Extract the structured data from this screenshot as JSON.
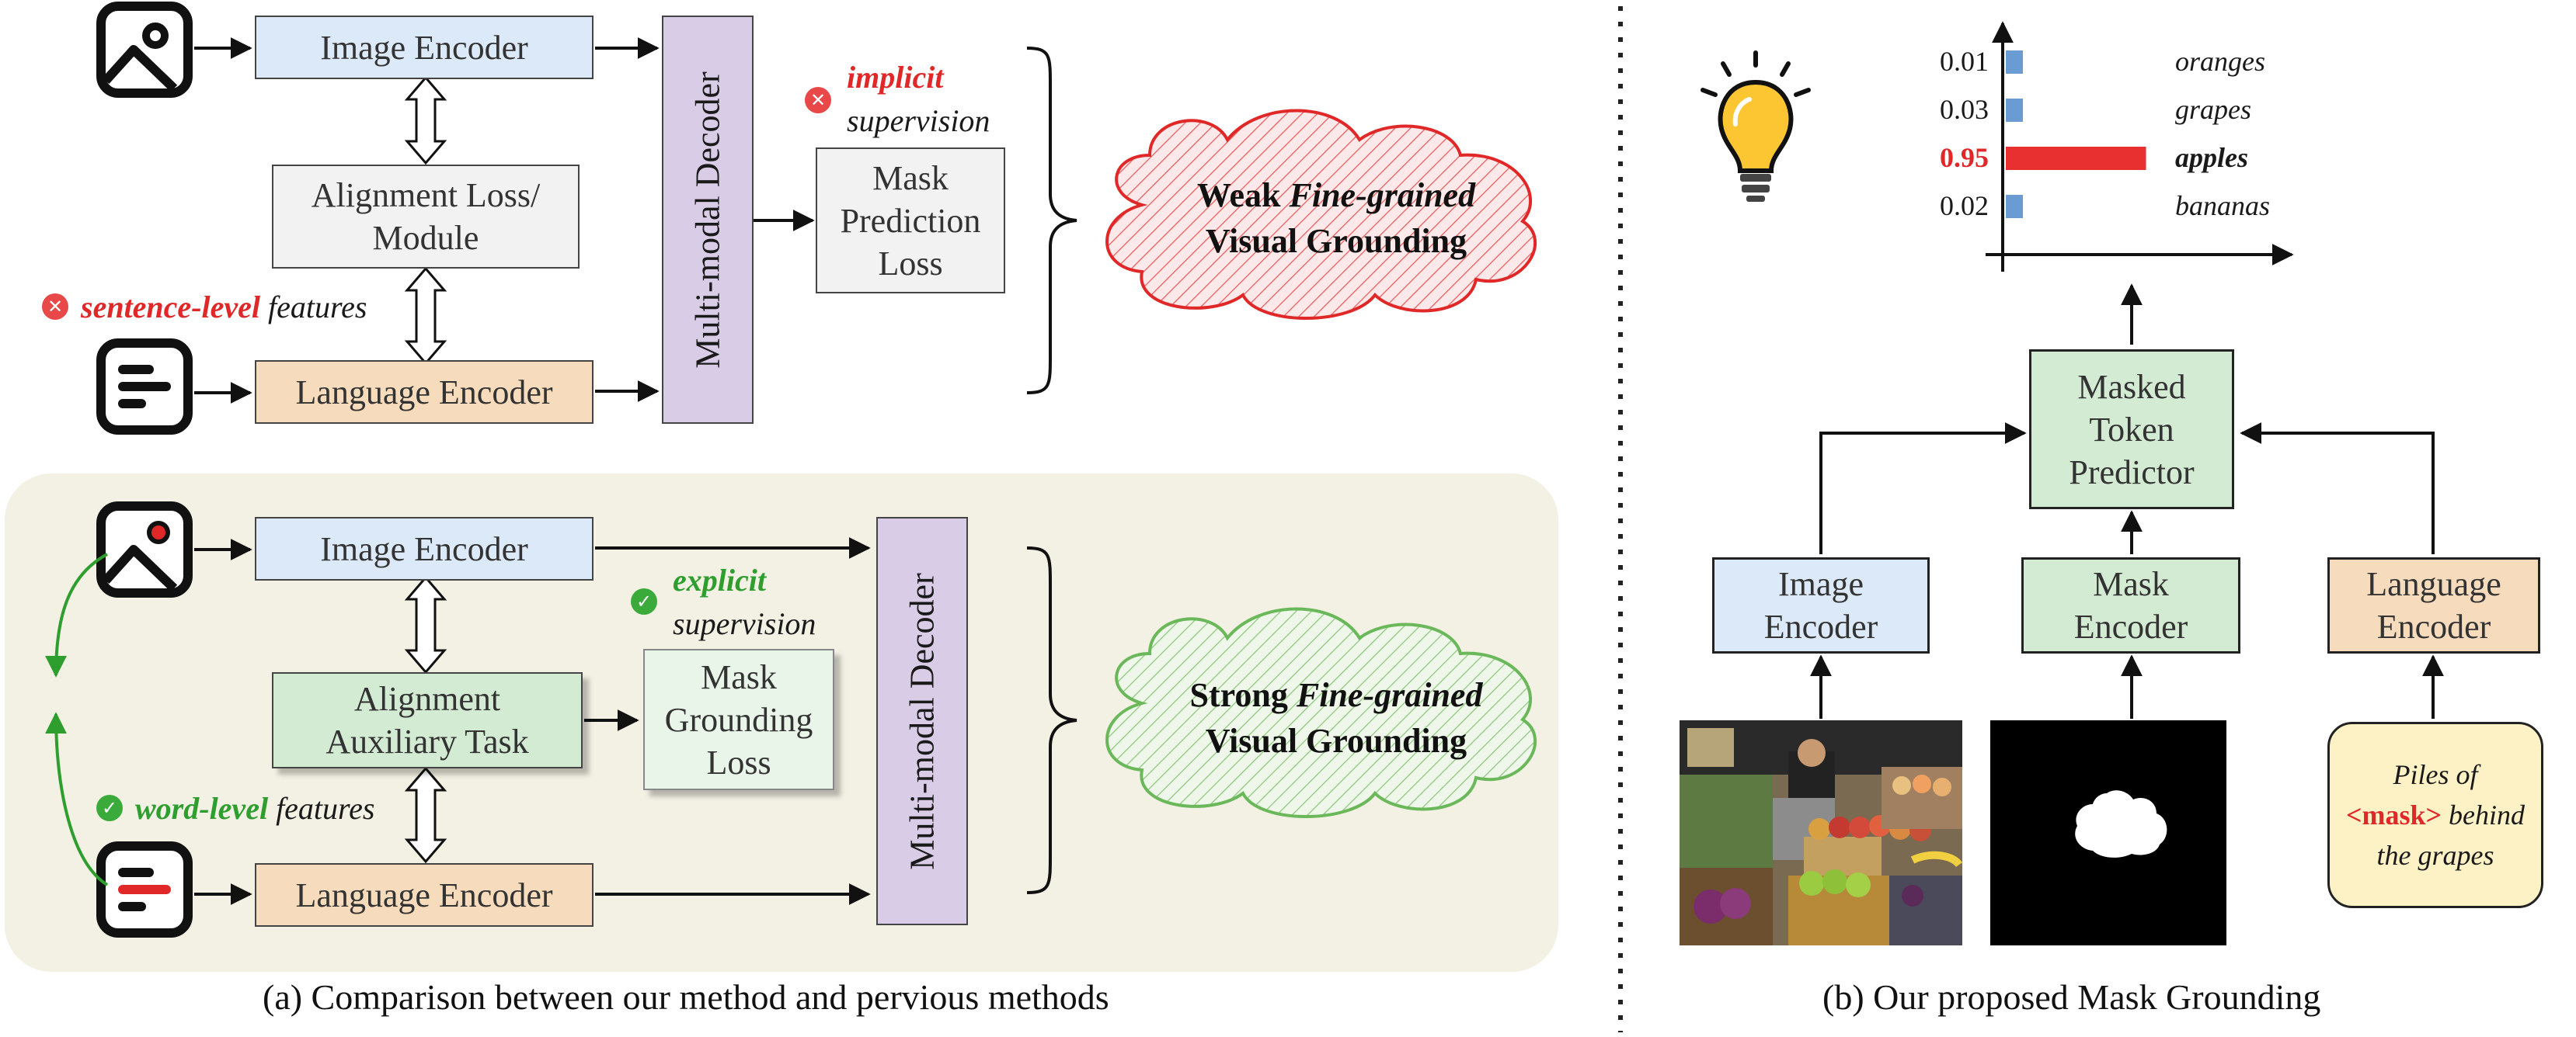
{
  "panel_a": {
    "top": {
      "image_encoder": "Image Encoder",
      "alignment_line1": "Alignment Loss/",
      "alignment_line2": "Module",
      "language_encoder": "Language Encoder",
      "decoder": "Multi-modal Decoder",
      "mask_line1": "Mask",
      "mask_line2": "Prediction",
      "mask_line3": "Loss",
      "supervision_word": "implicit",
      "supervision_text": "supervision",
      "feature_word": "sentence-level",
      "feature_text": "features",
      "cloud_pre": "Weak",
      "cloud_em": "Fine-grained",
      "cloud_line2": "Visual Grounding"
    },
    "bottom": {
      "image_encoder": "Image Encoder",
      "alignment_line1": "Alignment",
      "alignment_line2": "Auxiliary Task",
      "language_encoder": "Language Encoder",
      "decoder": "Multi-modal Decoder",
      "mask_line1": "Mask",
      "mask_line2": "Grounding",
      "mask_line3": "Loss",
      "supervision_word": "explicit",
      "supervision_text": "supervision",
      "feature_word": "word-level",
      "feature_text": "features",
      "cloud_pre": "Strong",
      "cloud_em": "Fine-grained",
      "cloud_line2": "Visual Grounding"
    },
    "caption": "(a) Comparison between our method and pervious methods"
  },
  "panel_b": {
    "predictor_line1": "Masked",
    "predictor_line2": "Token",
    "predictor_line3": "Predictor",
    "image_encoder_line1": "Image",
    "image_encoder_line2": "Encoder",
    "mask_encoder_line1": "Mask",
    "mask_encoder_line2": "Encoder",
    "language_encoder_line1": "Language",
    "language_encoder_line2": "Encoder",
    "prompt_line1": "Piles of",
    "prompt_mask_token": "<mask>",
    "prompt_line2_rest": " behind",
    "prompt_line3": "the grapes",
    "caption": "(b) Our proposed Mask Grounding"
  },
  "chart_data": {
    "type": "bar",
    "orientation": "horizontal",
    "categories": [
      "oranges",
      "grapes",
      "apples",
      "bananas"
    ],
    "values": [
      0.01,
      0.03,
      0.95,
      0.02
    ],
    "value_labels": [
      "0.01",
      "0.03",
      "0.95",
      "0.02"
    ],
    "highlight": "apples",
    "colors": {
      "default": "#6a9bd3",
      "highlight": "#e83030"
    }
  }
}
